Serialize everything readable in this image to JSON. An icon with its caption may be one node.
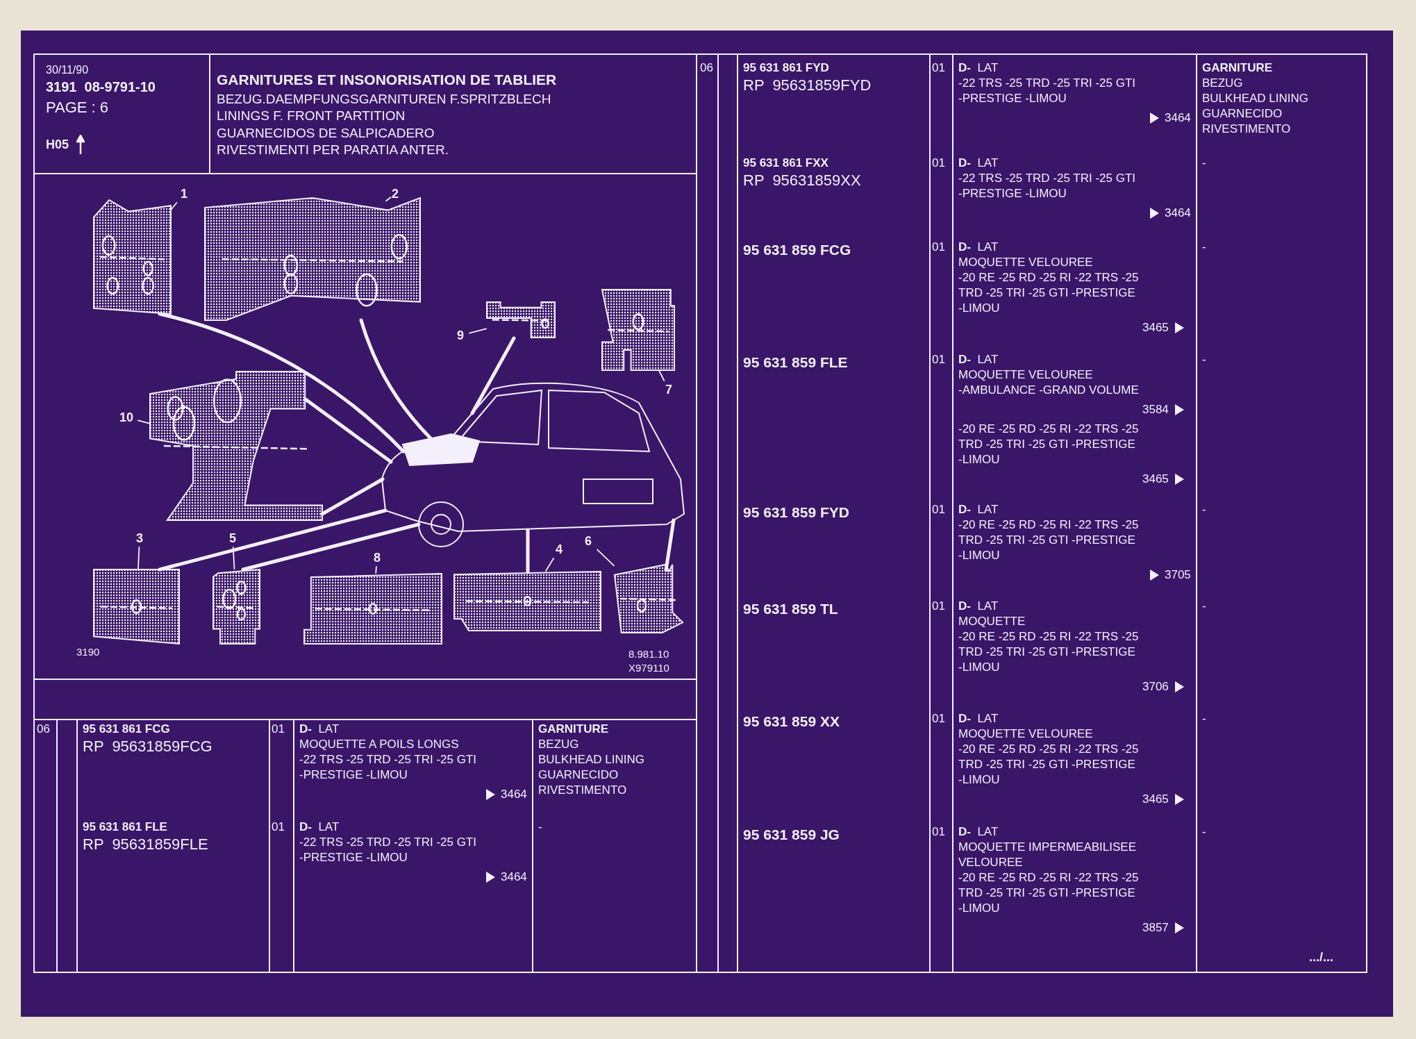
{
  "diagram": {
    "title": "GARNITURES ET INSONORISATION DE TABLIER",
    "nodes": [
      {
        "text": [
          "1"
        ]
      },
      {
        "text": [
          "2"
        ]
      },
      {
        "text": [
          "3"
        ]
      },
      {
        "text": [
          "4"
        ]
      },
      {
        "text": [
          "5"
        ]
      },
      {
        "text": [
          "6"
        ]
      },
      {
        "text": [
          "7"
        ]
      },
      {
        "text": [
          "8"
        ]
      },
      {
        "text": [
          "9"
        ]
      },
      {
        "text": [
          "10"
        ]
      },
      {
        "text": [],
        "shape": "picture"
      },
      {
        "text": [],
        "shape": "picture"
      },
      {
        "text": [],
        "shape": "picture"
      },
      {
        "text": [],
        "shape": "picture"
      },
      {
        "text": [],
        "shape": "picture"
      },
      {
        "text": [],
        "shape": "picture"
      },
      {
        "text": [],
        "shape": "picture"
      },
      {
        "text": [],
        "shape": "picture"
      },
      {
        "text": [],
        "shape": "picture"
      },
      {
        "text": [],
        "shape": "picture"
      },
      {
        "text": [],
        "shape": "picture"
      }
    ],
    "edges": [
      {
        "from": 0,
        "to": 10,
        "arrow": "none"
      },
      {
        "from": 1,
        "to": 11,
        "arrow": "none"
      },
      {
        "from": 2,
        "to": 12,
        "arrow": "none"
      },
      {
        "from": 3,
        "to": 13,
        "arrow": "none"
      },
      {
        "from": 4,
        "to": 14,
        "arrow": "none"
      },
      {
        "from": 5,
        "to": 15,
        "arrow": "none"
      },
      {
        "from": 6,
        "to": 16,
        "arrow": "none"
      },
      {
        "from": 7,
        "to": 17,
        "arrow": "none"
      },
      {
        "from": 8,
        "to": 18,
        "arrow": "none"
      },
      {
        "from": 9,
        "to": 19,
        "arrow": "none"
      },
      {
        "from": 10,
        "to": 20,
        "arrow": "none",
        "style": "thick"
      },
      {
        "from": 11,
        "to": 20,
        "arrow": "none",
        "style": "thick"
      },
      {
        "from": 18,
        "to": 20,
        "arrow": "none",
        "style": "thick"
      },
      {
        "from": 19,
        "to": 20,
        "arrow": "none",
        "style": "thick"
      },
      {
        "from": 19,
        "to": 20,
        "arrow": "none",
        "style": "thick"
      },
      {
        "from": 12,
        "to": 20,
        "arrow": "none",
        "style": "thick"
      },
      {
        "from": 14,
        "to": 20,
        "arrow": "none",
        "style": "thick"
      },
      {
        "from": 13,
        "to": 20,
        "arrow": "none",
        "style": "thick"
      },
      {
        "from": 15,
        "to": 20,
        "arrow": "none",
        "style": "thick"
      }
    ],
    "labels": [
      "30/11/90",
      "3191  08-9791-10",
      "PAGE : 6",
      "H05",
      "BEZUG.DAEMPFUNGSGARNITUREN F.SPRITZBLECH",
      "LININGS F. FRONT PARTITION",
      "GUARNECIDOS DE SALPICADERO",
      "RIVESTIMENTI PER PARATIA ANTER.",
      "3190",
      "8.981.10",
      "X979110",
      "06",
      "95 631 861 FCG",
      "RP  95631859FCG",
      "01",
      "**D-**  LAT",
      "MOQUETTE A POILS LONGS",
      "-22 TRS -25 TRD -25 TRI -25 GTI",
      "-PRESTIGE -LIMOU",
      "3464",
      "GARNITURE",
      "BEZUG",
      "BULKHEAD LINING",
      "GUARNECIDO",
      "RIVESTIMENTO",
      "95 631 861 FLE",
      "RP  95631859FLE",
      "01",
      "**D-**  LAT",
      "-22 TRS -25 TRD -25 TRI -25 GTI",
      "-PRESTIGE -LIMOU",
      "3464",
      "-",
      "06",
      "95 631 861 FYD",
      "RP  95631859FYD",
      "01",
      "**D-**  LAT",
      "-22 TRS -25 TRD -25 TRI -25 GTI",
      "-PRESTIGE -LIMOU",
      "3464",
      "GARNITURE",
      "BEZUG",
      "BULKHEAD LINING",
      "GUARNECIDO",
      "RIVESTIMENTO",
      "95 631 861 FXX",
      "RP  95631859XX",
      "01",
      "**D-**  LAT",
      "-22 TRS -25 TRD -25 TRI -25 GTI",
      "-PRESTIGE -LIMOU",
      "3464",
      "-",
      "95 631 859 FCG",
      "01",
      "**D-**  LAT",
      "MOQUETTE VELOUREE",
      "-20 RE -25 RD -25 RI -22 TRS -25",
      "TRD -25 TRI -25 GTI -PRESTIGE",
      "-LIMOU",
      "3465",
      "-",
      "95 631 859 FLE",
      "01",
      "**D-**  LAT",
      "MOQUETTE VELOUREE",
      "-AMBULANCE -GRAND VOLUME",
      "3584",
      "-20 RE -25 RD -25 RI -22 TRS -25",
      "TRD -25 TRI -25 GTI -PRESTIGE",
      "-LIMOU",
      "3465",
      "-",
      "95 631 859 FYD",
      "01",
      "**D-**  LAT",
      "-20 RE -25 RD -25 RI -22 TRS -25",
      "TRD -25 TRI -25 GTI -PRESTIGE",
      "-LIMOU",
      "3705",
      "-",
      "95 631 859 TL",
      "01",
      "**D-**  LAT",
      "MOQUETTE",
      "-20 RE -25 RD -25 RI -22 TRS -25",
      "TRD -25 TRI -25 GTI -PRESTIGE",
      "-LIMOU",
      "3706",
      "-",
      "95 631 859 XX",
      "01",
      "**D-**  LAT",
      "MOQUETTE VELOUREE",
      "-20 RE -25 RD -25 RI -22 TRS -25",
      "TRD -25 TRI -25 GTI -PRESTIGE",
      "-LIMOU",
      "3465",
      "-",
      "95 631 859 JG",
      "01",
      "**D-**  LAT",
      "MOQUETTE IMPERMEABILISEE",
      "VELOUREE",
      "-20 RE -25 RD -25 RI -22 TRS -25",
      "TRD -25 TRI -25 GTI -PRESTIGE",
      "-LIMOU",
      "3857",
      "-",
      ".../..."
    ]
  }
}
